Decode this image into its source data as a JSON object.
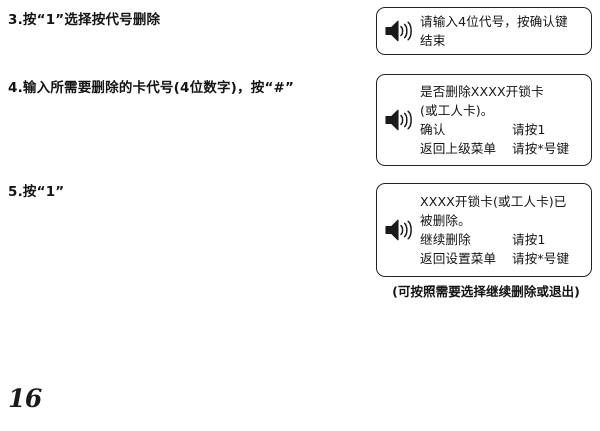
{
  "page": {
    "number": "16"
  },
  "steps": [
    {
      "id": "step-3",
      "text": "3.按“1”选择按代号删除"
    },
    {
      "id": "step-4",
      "text": "4.输入所需要删除的卡代号(4位数字)，按“#”"
    },
    {
      "id": "step-5",
      "text": "5.按“1”"
    }
  ],
  "prompts": [
    {
      "id": "prompt-box-1",
      "icon": "speaker-icon",
      "lines": [
        "请输入4位代号，按确认键",
        "结束"
      ],
      "rows": []
    },
    {
      "id": "prompt-box-2",
      "icon": "speaker-icon",
      "lines": [
        "是否删除XXXX开锁卡",
        "(或工人卡)。"
      ],
      "rows": [
        {
          "label": "确认",
          "value": "请按1"
        },
        {
          "label": "返回上级菜单",
          "value": "请按*号键"
        }
      ]
    },
    {
      "id": "prompt-box-3",
      "icon": "speaker-icon",
      "lines": [
        "XXXX开锁卡(或工人卡)已",
        "被删除。"
      ],
      "rows": [
        {
          "label": "继续删除",
          "value": "请按1"
        },
        {
          "label": "返回设置菜单",
          "value": "请按*号键"
        }
      ]
    }
  ],
  "note": {
    "text": "(可按照需要选择继续删除或退出)"
  },
  "colors": {
    "text": "#141414",
    "border": "#222222",
    "background": "#ffffff"
  }
}
